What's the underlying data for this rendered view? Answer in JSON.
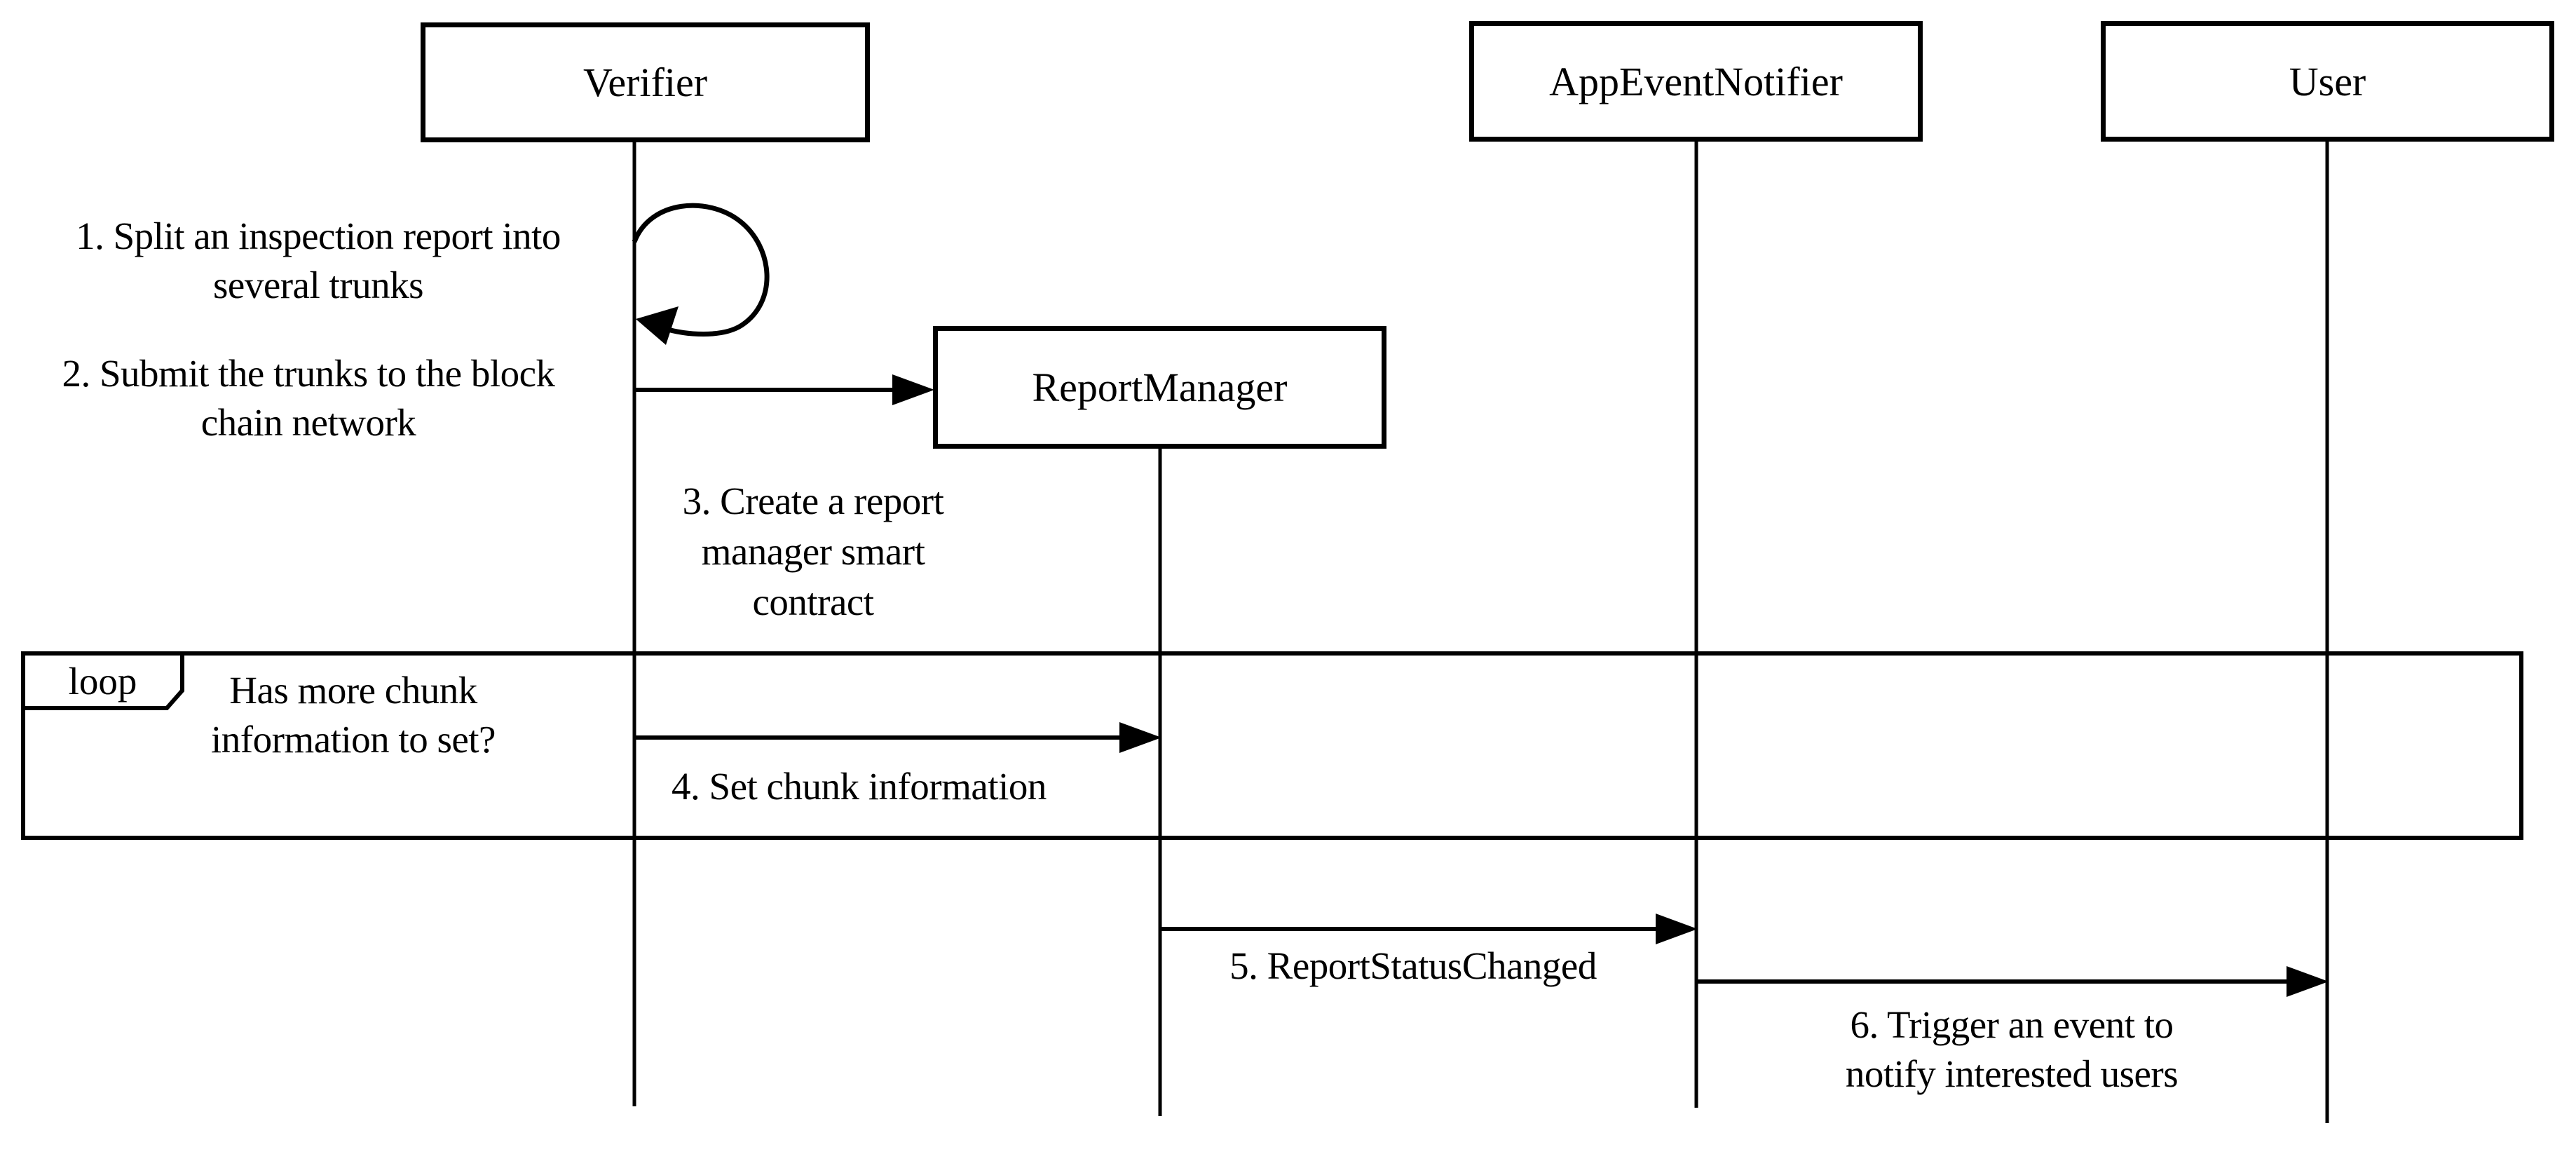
{
  "diagram": {
    "kind": "uml-sequence-diagram",
    "colors": {
      "stroke": "#000000",
      "background": "#ffffff",
      "text": "#000000"
    },
    "participants": [
      {
        "id": "verifier",
        "label": "Verifier"
      },
      {
        "id": "report_manager",
        "label": "ReportManager"
      },
      {
        "id": "app_event_notifier",
        "label": "AppEventNotifier"
      },
      {
        "id": "user",
        "label": "User"
      }
    ],
    "fragment": {
      "operator": "loop",
      "guard": "Has more chunk information to set?",
      "guard_lines": [
        "Has more chunk",
        "information to set?"
      ]
    },
    "messages": [
      {
        "num": "1",
        "text": "1. Split an inspection report into several trunks",
        "lines": [
          "1. Split an inspection report into",
          "several trunks"
        ],
        "from": "Verifier",
        "to": "Verifier",
        "type": "self-message"
      },
      {
        "num": "2",
        "text": "2. Submit the trunks to the block chain network",
        "lines": [
          "2. Submit the trunks to the block",
          "chain network"
        ],
        "from": "Verifier",
        "to": "ReportManager",
        "type": "message"
      },
      {
        "num": "3",
        "text": "3. Create a report manager smart contract",
        "lines": [
          "3. Create a report",
          "manager smart",
          "contract"
        ],
        "from": "Verifier",
        "to": "ReportManager",
        "type": "message-label"
      },
      {
        "num": "4",
        "text": "4. Set chunk information",
        "lines": [
          "4. Set chunk information"
        ],
        "from": "Verifier",
        "to": "ReportManager",
        "type": "message"
      },
      {
        "num": "5",
        "text": "5. ReportStatusChanged",
        "lines": [
          "5. ReportStatusChanged"
        ],
        "from": "ReportManager",
        "to": "AppEventNotifier",
        "type": "message"
      },
      {
        "num": "6",
        "text": "6. Trigger an event to notify interested users",
        "lines": [
          "6. Trigger an event to",
          "notify interested users"
        ],
        "from": "AppEventNotifier",
        "to": "User",
        "type": "message"
      }
    ]
  }
}
